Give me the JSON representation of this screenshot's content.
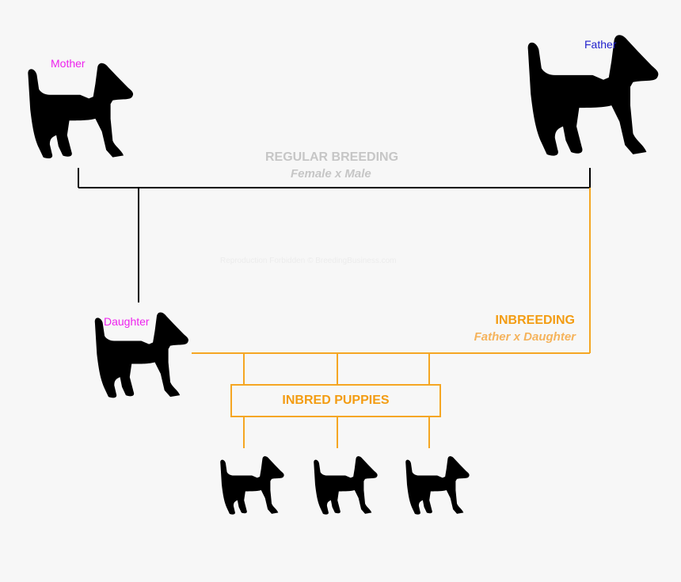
{
  "labels": {
    "mother": "Mother",
    "father": "Father",
    "daughter": "Daughter"
  },
  "regular": {
    "title": "REGULAR BREEDING",
    "subtitle": "Female x Male"
  },
  "inbreeding": {
    "title": "INBREEDING",
    "subtitle": "Father x Daughter"
  },
  "puppies": {
    "label": "INBRED PUPPIES",
    "count": 3
  },
  "watermark": "Reproduction Forbidden © BreedingBusiness.com",
  "colors": {
    "background": "#f7f7f7",
    "parent_label": "#ee22ee",
    "father_label": "#2222cc",
    "regular_text": "#c6c6c6",
    "inbreeding_title": "#f39c12",
    "inbreeding_sub": "#f5b35c",
    "orange_line": "#f5a623",
    "black_line": "#000000",
    "watermark": "#ececec",
    "dog": "#000000"
  }
}
